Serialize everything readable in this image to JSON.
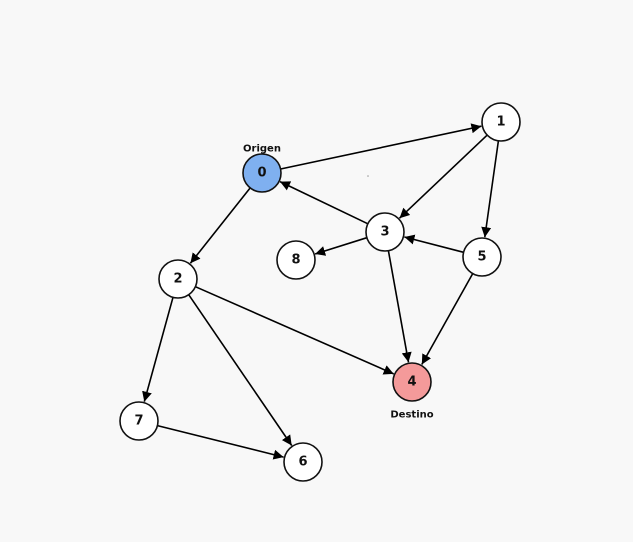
{
  "graph": {
    "colors": {
      "background": "#f8f8f8",
      "node_fill": "#ffffff",
      "node_stroke": "#111111",
      "edge": "#000000",
      "origin_fill": "#7fb0f0",
      "destination_fill": "#f49a9a"
    },
    "nodes": [
      {
        "id": "0",
        "label": "0",
        "role": "origin",
        "caption": "Origen"
      },
      {
        "id": "1",
        "label": "1"
      },
      {
        "id": "2",
        "label": "2"
      },
      {
        "id": "3",
        "label": "3"
      },
      {
        "id": "4",
        "label": "4",
        "role": "destination",
        "caption": "Destino"
      },
      {
        "id": "5",
        "label": "5"
      },
      {
        "id": "6",
        "label": "6"
      },
      {
        "id": "7",
        "label": "7"
      },
      {
        "id": "8",
        "label": "8"
      }
    ],
    "edges": [
      {
        "from": "0",
        "to": "1"
      },
      {
        "from": "0",
        "to": "2"
      },
      {
        "from": "1",
        "to": "3"
      },
      {
        "from": "1",
        "to": "5"
      },
      {
        "from": "3",
        "to": "0"
      },
      {
        "from": "3",
        "to": "8"
      },
      {
        "from": "3",
        "to": "4"
      },
      {
        "from": "5",
        "to": "3"
      },
      {
        "from": "5",
        "to": "4"
      },
      {
        "from": "2",
        "to": "4"
      },
      {
        "from": "2",
        "to": "7"
      },
      {
        "from": "2",
        "to": "6"
      },
      {
        "from": "7",
        "to": "6"
      }
    ]
  }
}
